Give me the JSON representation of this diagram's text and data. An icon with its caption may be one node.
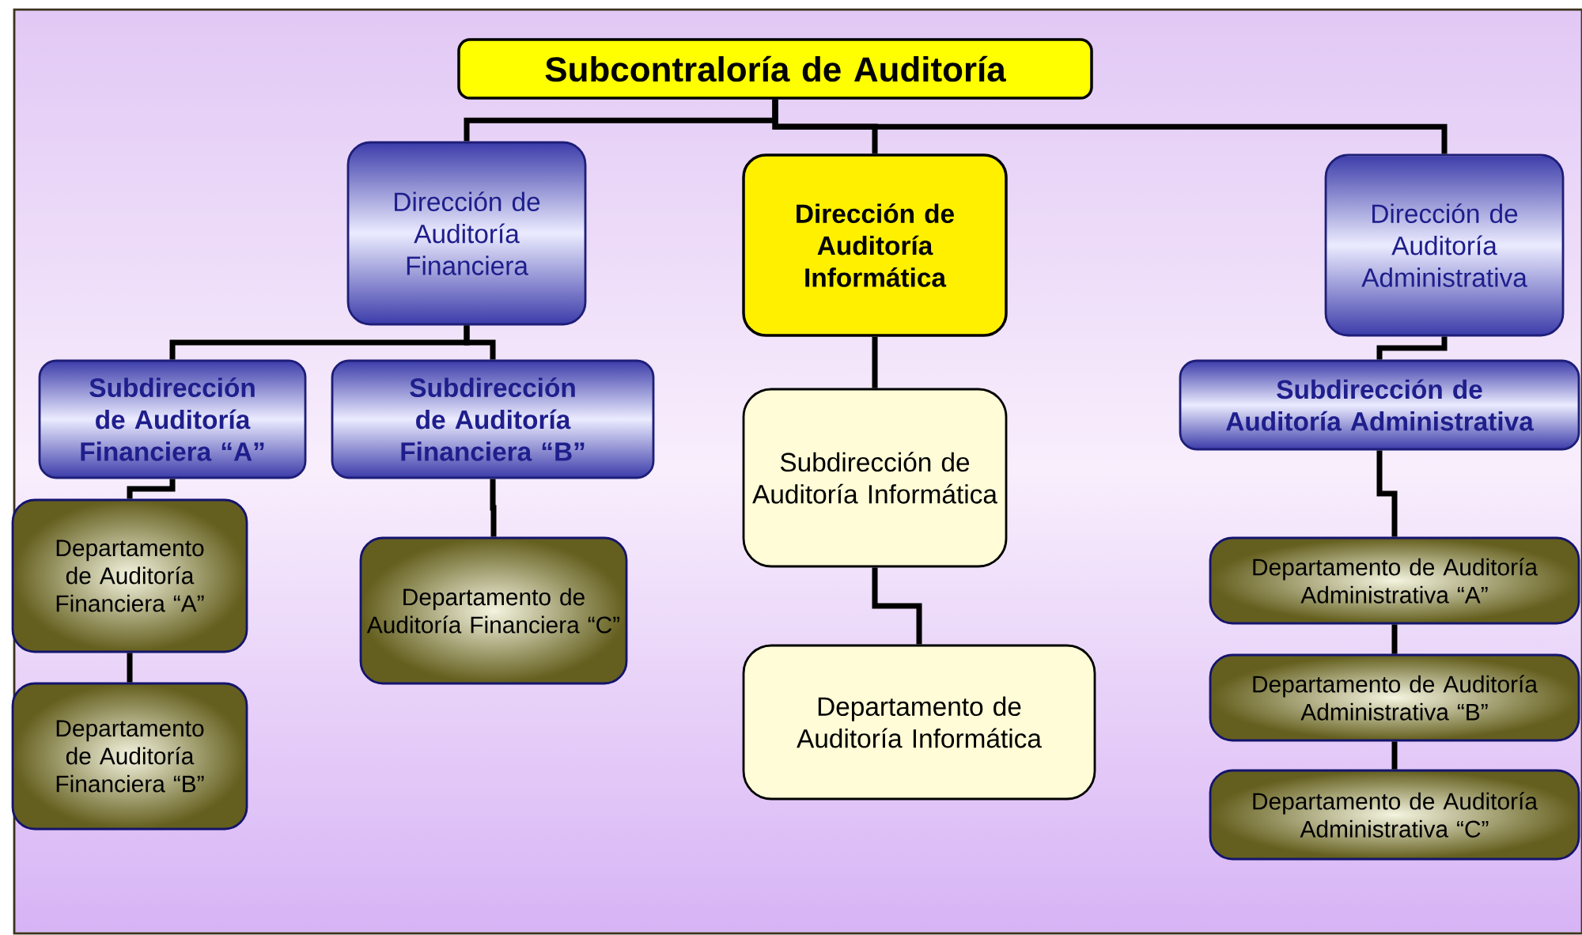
{
  "diagram": {
    "nodes": [
      {
        "text": [
          "Subcontraloría de Auditoría"
        ]
      },
      {
        "text": [
          "Dirección de Auditoría Financiera"
        ]
      },
      {
        "text": [
          "Dirección de Auditoría Informática"
        ]
      },
      {
        "text": [
          "Dirección de Auditoría Administrativa"
        ]
      },
      {
        "text": [
          "Subdirección de Auditoría Financiera “A”"
        ]
      },
      {
        "text": [
          "Subdirección de Auditoría Financiera “B”"
        ]
      },
      {
        "text": [
          "Departamento de Auditoría Financiera “A”"
        ]
      },
      {
        "text": [
          "Departamento de Auditoría Financiera “B”"
        ]
      },
      {
        "text": [
          "Departamento de Auditoría Financiera “C”"
        ]
      },
      {
        "text": [
          "Subdirección de Auditoría Informática"
        ]
      },
      {
        "text": [
          "Departamento de Auditoría Informática"
        ]
      },
      {
        "text": [
          "Subdirección de Auditoría Administrativa"
        ]
      },
      {
        "text": [
          "Departamento de Auditoría Administrativa “A”"
        ]
      },
      {
        "text": [
          "Departamento de Auditoría Administrativa “B”"
        ]
      },
      {
        "text": [
          "Departamento de Auditoría Administrativa “C”"
        ]
      }
    ],
    "edges": [
      {
        "from": 0,
        "to": 1,
        "arrow": "none"
      },
      {
        "from": 0,
        "to": 2,
        "arrow": "none"
      },
      {
        "from": 0,
        "to": 3,
        "arrow": "none"
      },
      {
        "from": 1,
        "to": 4,
        "arrow": "none"
      },
      {
        "from": 1,
        "to": 5,
        "arrow": "none"
      },
      {
        "from": 4,
        "to": 6,
        "arrow": "none"
      },
      {
        "from": 6,
        "to": 7,
        "arrow": "none"
      },
      {
        "from": 5,
        "to": 8,
        "arrow": "none"
      },
      {
        "from": 2,
        "to": 9,
        "arrow": "none"
      },
      {
        "from": 9,
        "to": 10,
        "arrow": "none"
      },
      {
        "from": 3,
        "to": 11,
        "arrow": "none"
      },
      {
        "from": 11,
        "to": 12,
        "arrow": "none"
      },
      {
        "from": 12,
        "to": 13,
        "arrow": "none"
      },
      {
        "from": 13,
        "to": 14,
        "arrow": "none"
      }
    ]
  }
}
